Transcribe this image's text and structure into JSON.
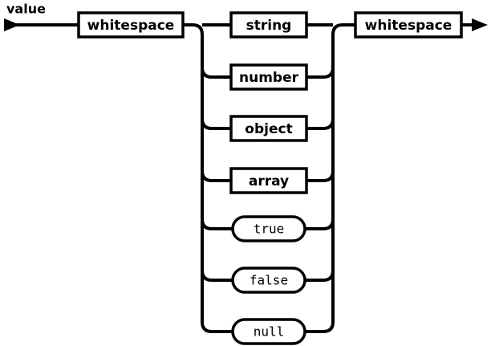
{
  "diagram": {
    "kind": "railroad-syntax-diagram",
    "rule_name": "value",
    "colors": {
      "line": "#000000",
      "background": "#ffffff",
      "text": "#000000"
    },
    "start_marker": "arrow-head-right",
    "end_marker": "arrow-head-right",
    "prefix": {
      "label": "whitespace",
      "shape": "rectangle",
      "kind": "nonterminal"
    },
    "suffix": {
      "label": "whitespace",
      "shape": "rectangle",
      "kind": "nonterminal"
    },
    "choices": [
      {
        "label": "string",
        "shape": "rectangle",
        "kind": "nonterminal"
      },
      {
        "label": "number",
        "shape": "rectangle",
        "kind": "nonterminal"
      },
      {
        "label": "object",
        "shape": "rectangle",
        "kind": "nonterminal"
      },
      {
        "label": "array",
        "shape": "rectangle",
        "kind": "nonterminal"
      },
      {
        "label": "true",
        "shape": "stadium",
        "kind": "terminal"
      },
      {
        "label": "false",
        "shape": "stadium",
        "kind": "terminal"
      },
      {
        "label": "null",
        "shape": "stadium",
        "kind": "terminal"
      }
    ]
  }
}
